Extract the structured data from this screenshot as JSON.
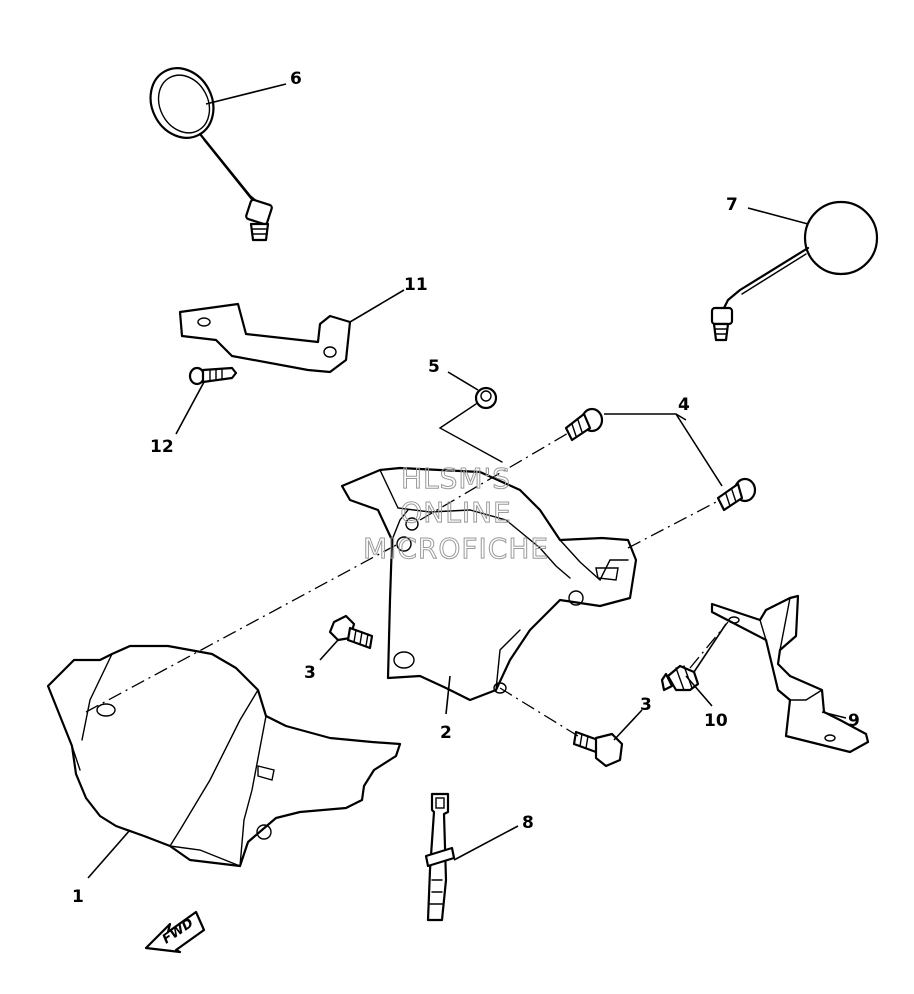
{
  "callouts": [
    {
      "id": "1",
      "label": "1"
    },
    {
      "id": "2",
      "label": "2"
    },
    {
      "id": "3a",
      "label": "3"
    },
    {
      "id": "3b",
      "label": "3"
    },
    {
      "id": "4",
      "label": "4"
    },
    {
      "id": "5",
      "label": "5"
    },
    {
      "id": "6",
      "label": "6"
    },
    {
      "id": "7",
      "label": "7"
    },
    {
      "id": "8",
      "label": "8"
    },
    {
      "id": "9",
      "label": "9"
    },
    {
      "id": "10",
      "label": "10"
    },
    {
      "id": "11",
      "label": "11"
    },
    {
      "id": "12",
      "label": "12"
    }
  ],
  "watermark": {
    "line1": "HLSM'S",
    "line2": "ONLINE",
    "line3": "MICROFICHE"
  },
  "direction_arrow": {
    "label": "FWD",
    "icon": "fwd-arrow-icon"
  }
}
